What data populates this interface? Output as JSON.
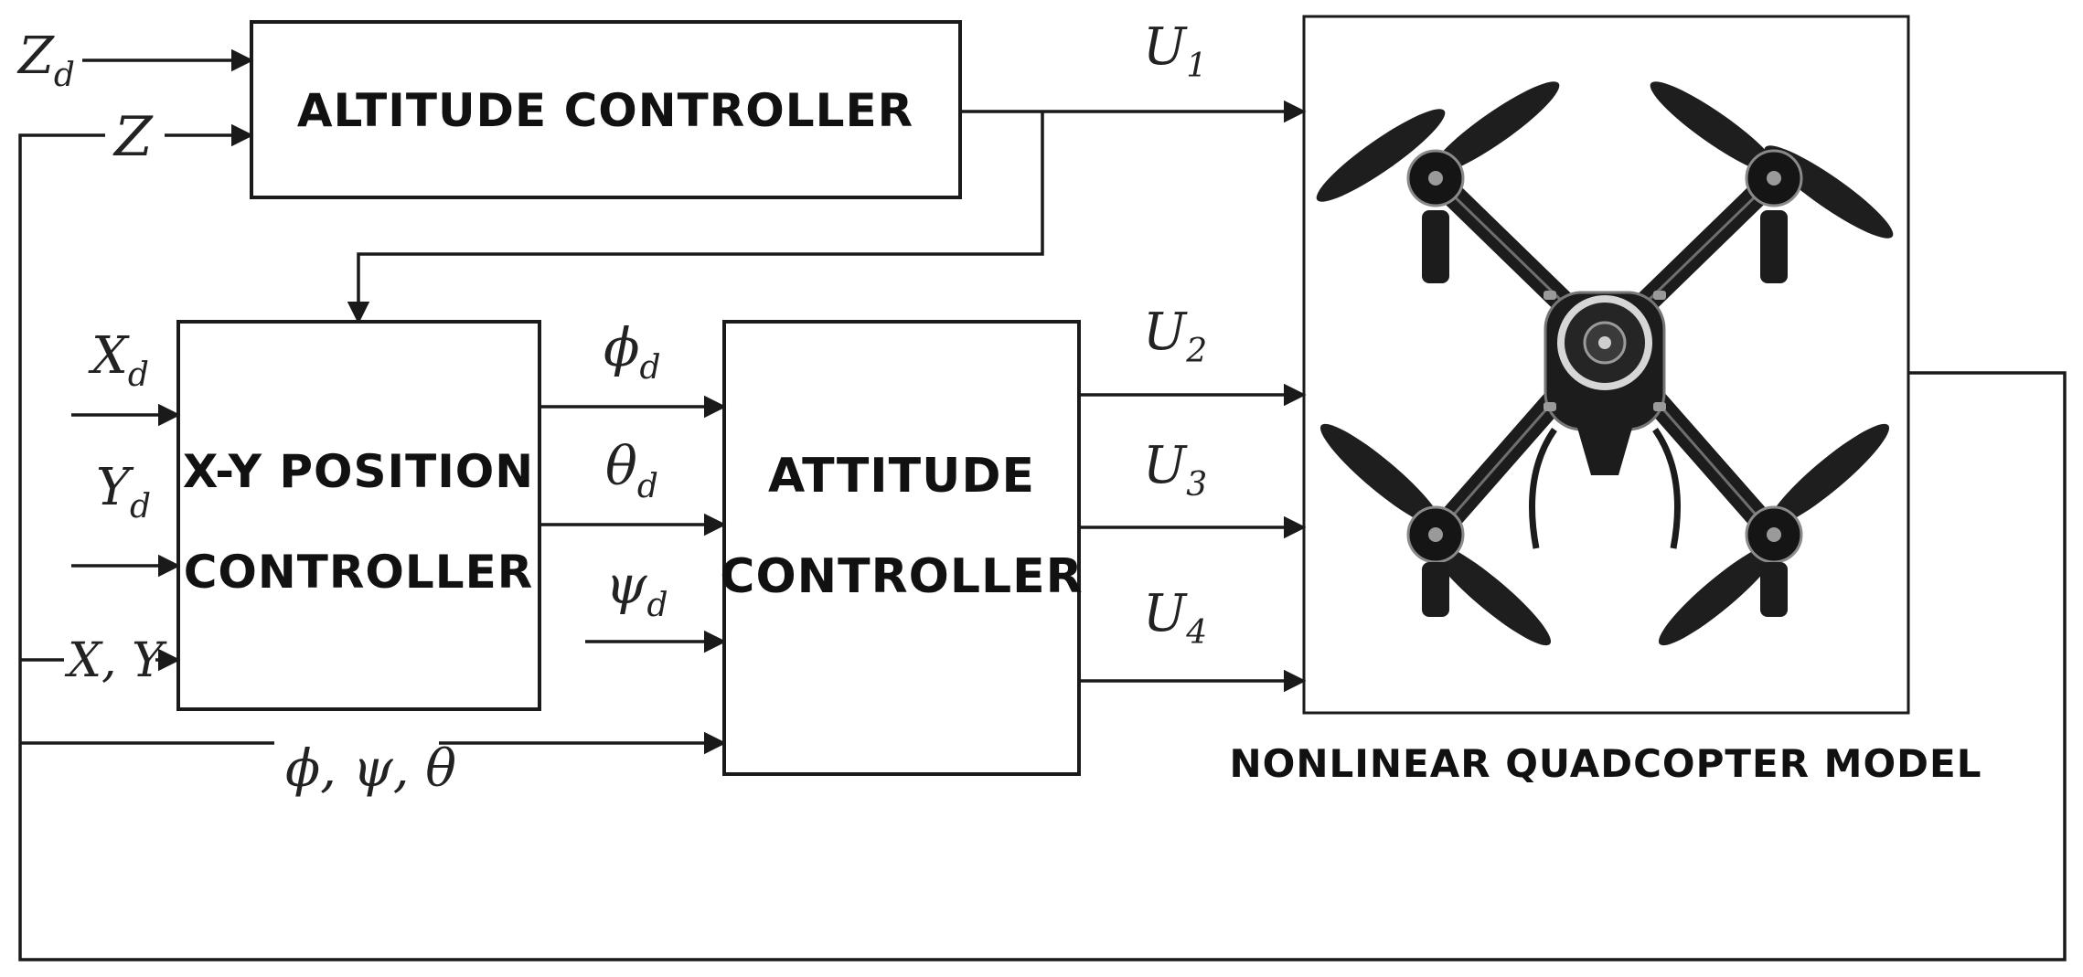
{
  "blocks": {
    "altitude_controller": "ALTITUDE CONTROLLER",
    "xy_position_controller": [
      "X-Y POSITION",
      "CONTROLLER"
    ],
    "attitude_controller": [
      "ATTITUDE",
      "CONTROLLER"
    ],
    "plant_caption": "NONLINEAR QUADCOPTER MODEL"
  },
  "signals": {
    "z_desired": {
      "base": "Z",
      "sub": "d"
    },
    "z_feedback": "Z",
    "x_desired": {
      "base": "X",
      "sub": "d"
    },
    "y_desired": {
      "base": "Y",
      "sub": "d"
    },
    "xy_feedback": "X, Y",
    "phi_desired": {
      "base": "ϕ",
      "sub": "d"
    },
    "theta_desired": {
      "base": "θ",
      "sub": "d"
    },
    "psi_desired": {
      "base": "ψ",
      "sub": "d"
    },
    "attitude_feedback": "ϕ, ψ, θ",
    "u1": {
      "base": "U",
      "sub": "1"
    },
    "u2": {
      "base": "U",
      "sub": "2"
    },
    "u3": {
      "base": "U",
      "sub": "3"
    },
    "u4": {
      "base": "U",
      "sub": "4"
    }
  },
  "icons": {
    "plant_image": "quadcopter-drone-icon"
  },
  "colors": {
    "line": "#1a1a1a",
    "drone_body": "#1c1c1c",
    "drone_accent": "#8a8a8a"
  }
}
